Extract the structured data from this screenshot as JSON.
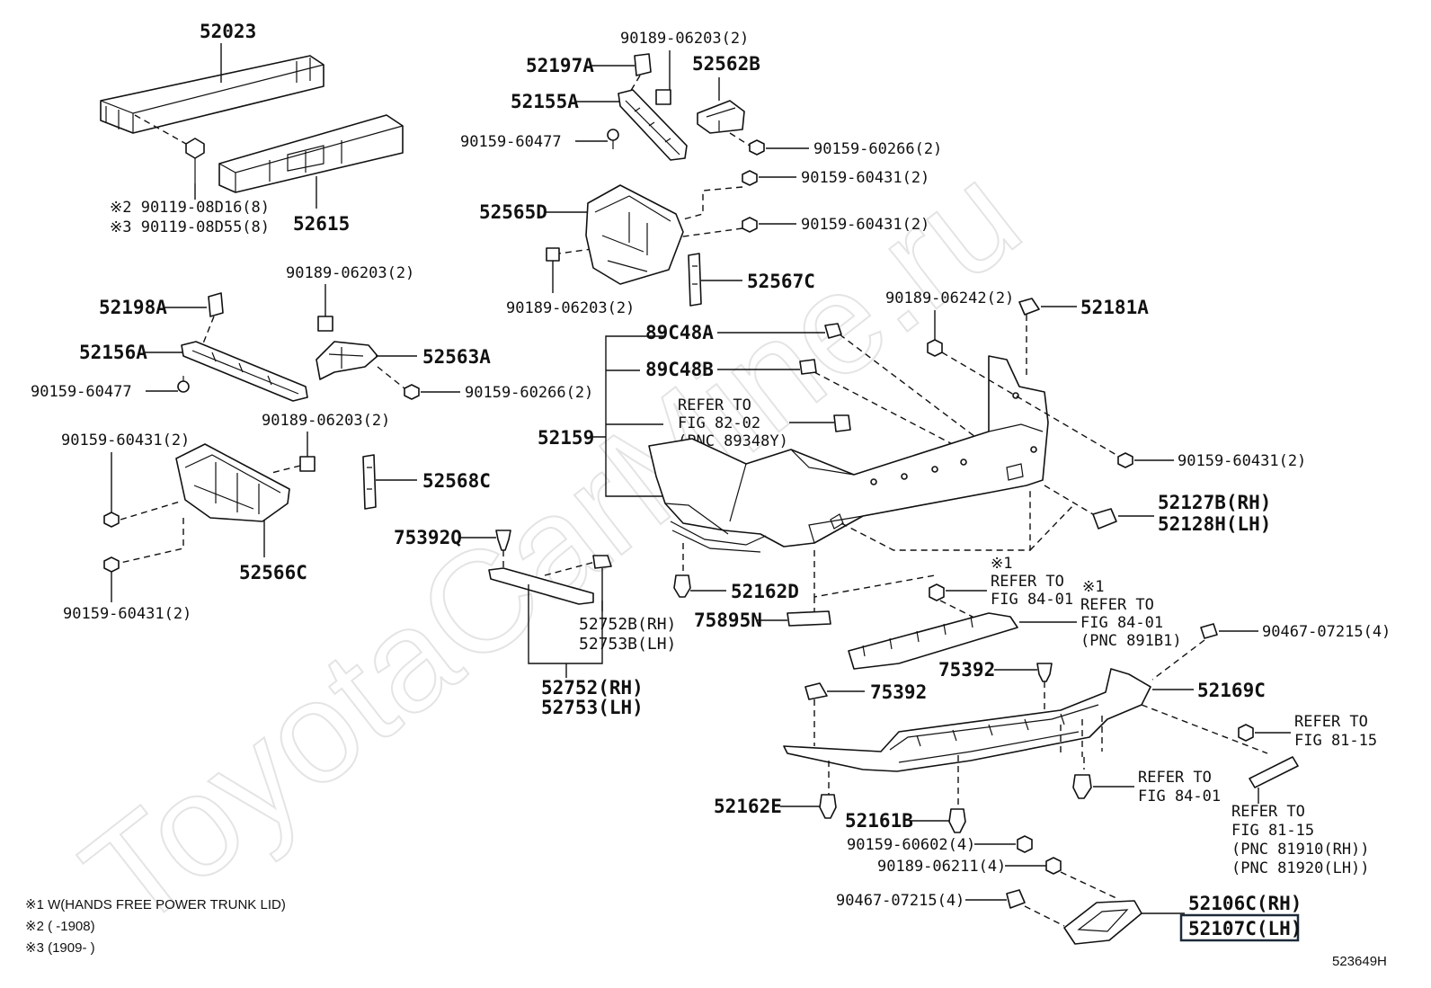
{
  "watermark": "ToyotaCarMine.ru",
  "figure_id": "523649H",
  "parts": {
    "p52023": "52023",
    "p52615": "52615",
    "p90119_08D16": "※2 90119-08D16(8)",
    "p90119_08D55": "※3 90119-08D55(8)",
    "p52197A": "52197A",
    "p52155A": "52155A",
    "p90189_06203_top": "90189-06203(2)",
    "p52562B": "52562B",
    "p90159_60477_top": "90159-60477",
    "p90159_60266_top": "90159-60266(2)",
    "p90159_60431_a": "90159-60431(2)",
    "p52565D": "52565D",
    "p90159_60431_b": "90159-60431(2)",
    "p52567C": "52567C",
    "p90189_06203_mid": "90189-06203(2)",
    "p90189_06203_left": "90189-06203(2)",
    "p52198A": "52198A",
    "p52156A": "52156A",
    "p52563A": "52563A",
    "p90159_60477_left": "90159-60477",
    "p90159_60266_left": "90159-60266(2)",
    "p90189_06203_left2": "90189-06203(2)",
    "p90159_60431_c": "90159-60431(2)",
    "p52568C": "52568C",
    "p52566C": "52566C",
    "p90159_60431_d": "90159-60431(2)",
    "p75392Q": "75392Q",
    "p52752B": "52752B(RH)",
    "p52753B": "52753B(LH)",
    "p52752": "52752(RH)",
    "p52753": "52753(LH)",
    "p89C48A": "89C48A",
    "p89C48B": "89C48B",
    "refer_8202_1": "REFER TO",
    "refer_8202_2": "FIG 82-02",
    "refer_8202_3": "(PNC 89348Y)",
    "p52159": "52159",
    "p90189_06242": "90189-06242(2)",
    "p52181A": "52181A",
    "p90159_60431_e": "90159-60431(2)",
    "p52127B": "52127B(RH)",
    "p52128H": "52128H(LH)",
    "p52162D": "52162D",
    "p75895N": "75895N",
    "refer_8401a_0": "※1",
    "refer_8401a_1": "REFER TO",
    "refer_8401a_2": "FIG 84-01",
    "refer_8401b_0": "※1",
    "refer_8401b_1": "REFER TO",
    "refer_8401b_2": "FIG 84-01",
    "refer_8401b_3": "(PNC 891B1)",
    "p90467_07215_top": "90467-07215(4)",
    "p75392_a": "75392",
    "p75392_b": "75392",
    "p52169C": "52169C",
    "refer_8115a_1": "REFER TO",
    "refer_8115a_2": "FIG 81-15",
    "refer_8401c_1": "REFER TO",
    "refer_8401c_2": "FIG 84-01",
    "p52162E": "52162E",
    "p52161B": "52161B",
    "refer_8115b_1": "REFER TO",
    "refer_8115b_2": "FIG 81-15",
    "refer_8115b_3": "(PNC 81910(RH))",
    "refer_8115b_4": "(PNC 81920(LH))",
    "p90159_60602": "90159-60602(4)",
    "p90189_06211": "90189-06211(4)",
    "p90467_07215_bot": "90467-07215(4)",
    "p52106C": "52106C(RH)",
    "p52107C": "52107C(LH)"
  },
  "notes": {
    "n1": "※1 W(HANDS FREE POWER TRUNK LID)",
    "n2": "※2 (      -1908)",
    "n3": "※3 (1909-      )"
  }
}
